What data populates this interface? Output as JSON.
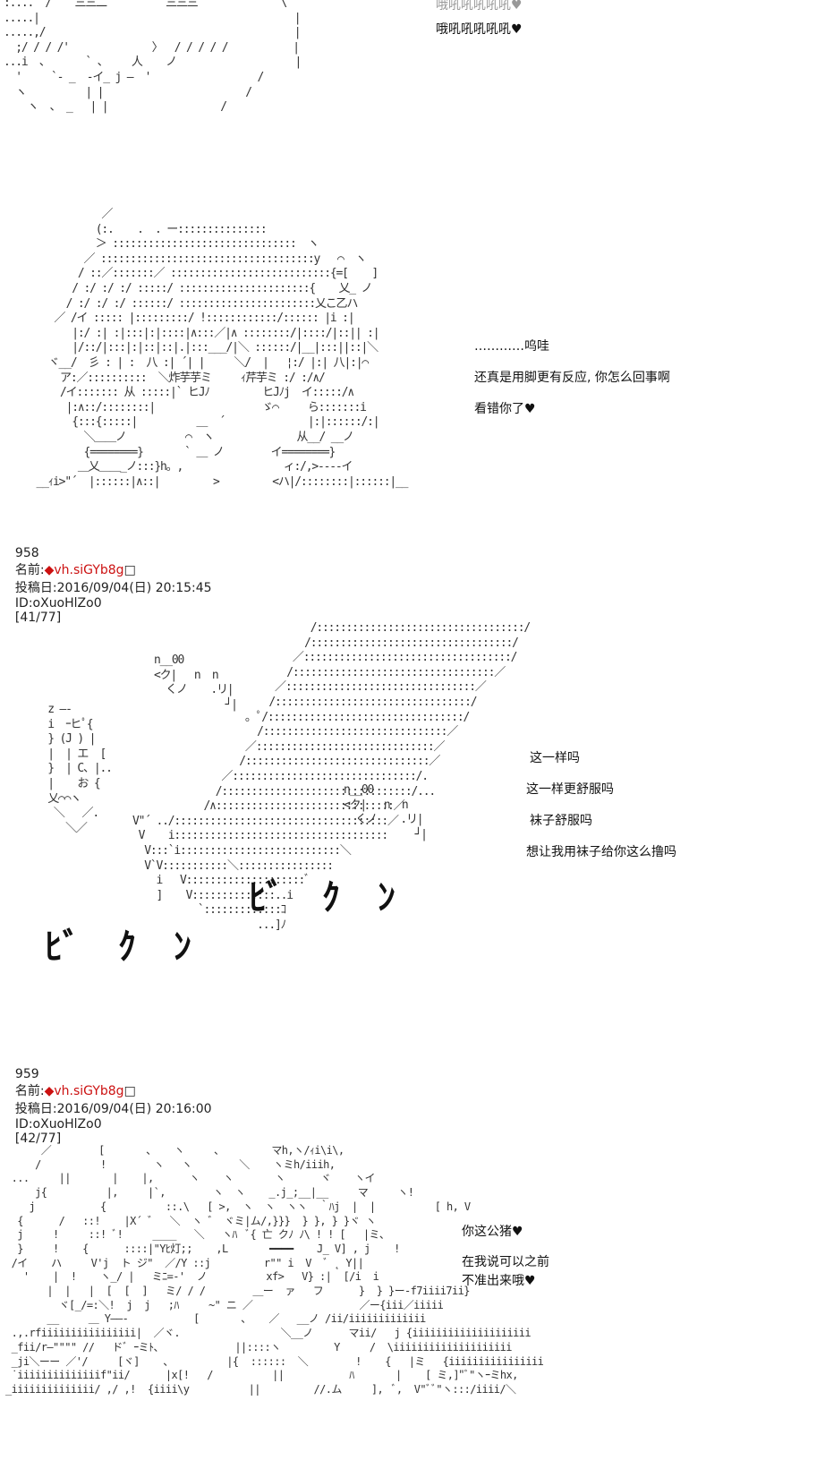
{
  "art": {
    "fragment_top": ":....  /    三三二          三三三              \\\n.....|                                           |\n.....,/                                          |\n  ;/ / / /'              〉  / / / / /           |\n...i  、      ` 、    人    ノ                    |\n  '     `- _  -イ_ j ―  '                  /\n  ヽ          | |                        /\n    ヽ  、 _   | |                   /",
    "scene1": "               ／\n              (:.    .  . ー:::::::::::::::\n              ＞ :::::::::::::::::::::::::::::::  ヽ\n            ／ ::::::::::::::::::::::::::::::::::::y   ⌒  ヽ\n           / ::／:::::::／ :::::::::::::::::::::::::::{=[    ]\n          / :/ :/ :/ :::::/ ::::::::::::::::::::::{    乂_ ノ\n         / :/ :/ :/ ::::::/ :::::::::::::::::::::::乂こ乙ハ\n       ／ /イ ::::: |:::::::::/ !::::::::::::/:::::: |i :|\n          |:/ :| :|:::|:|::::|∧:::／|∧ ::::::::/|::::/|::|| :|\n          |/::/|:::|:|::|::|.|:::___/|＼ ::::::/|__|:::||::|＼\n      ヾ__/  彡 : | :  八 :| ´| |     ＼/  |   ¦:/ |:| 八|:|⌒\n        ア:／::::::::::  ＼炸芋芋ミ     ｨ芹芋ミ :/ :/∧/\n        /イ::::::: 从 :::::|` ヒJﾉ         ヒJﾉj  イ:::::/∧\n         |:∧::/::::::::|                  ゞ⌒     ら:::::::i\n          {:::{:::::|          ＿  ´              |:|::::::/:|\n            ＼＿＿ノ          ⌒  ヽ              从__/ __ノ\n            {========}       ` ＿ ノ        イ========}\n           ＿乂＿＿_ノ:::}h。,                 ィ:/,>---‐イ\n    __ｨi>\"´  |::::::|∧::|         >         <ハ|/::::::::|::::::|__",
    "scene2_left": "  z ―‐\n  i  ｰヒﾟ{\n  } (J ) |\n  |  | エ  [\n  }  | C、|..\n  |    お {\n  乂⌒⌒ヽ\n   ＼   ／.\n     ＼／",
    "scene2_main": "                              /:::::::::::::::::::::::::::::::::::/\n                             /::::::::::::::::::::::::::::::::::/\n                           ／:::::::::::::::::::::::::::::::::::/\n                          /::::::::::::::::::::::::::::::::::／\n                        ／::::::::::::::::::::::::::::::::／\n                       /:::::::::::::::::::::::::::::::::/\n                   。ﾟ/:::::::::::::::::::::::::::::::::/\n                     /:::::::::::::::::::::::::::::::／\n                   ／::::::::::::::::::::::::::::::／\n                  /:::::::::::::::::::::::::::::::／\n               ／:::::::::::::::::::::::::::::::/.\n              /::::::::::::::::::::::::::::::::/...\n            /∧::::::::::::::::::::::::::::::／\nV\"´ ../::::::::::::::::::::::::::::::::::::／\n V    i::::::::::::::::::::::::::::::::::::\n  V:::`i:::::::::::::::::::::::::::＼\n  V`V:::::::::::＼::::::::::::::::\n    i   V::::::::::::::::::::ﾞ \n    ]    V::::::::::::::..i\n           `:::::::::::::ｺ\n                     ...]ﾉ",
    "face_a": "n__00\n<ク|   n  n\n  くノ    .リ|\n            ┘|",
    "face_b": "n__00\n<ク|   n  n\n  くノ    .リ|\n            ┘|",
    "scene3": "      ／        [       、   ヽ     、        マh,ヽ/ｨi\\i\\,\n     /          !        ヽ   ヽ        ＼    ヽミh/iiih,\n ...     ||       |    |,      ヽ    ヽ       ヽ      ヾ    ヽイ\n     j{          |,     |`,        ヽ  ヽ    _.j_;__|__     マ     ヽ!\n    j           {          ::.\\   [ >,  ヽ  ヽ  ヽヽ  ｀ﾊj  |  |          [ h, V\n  {      /   ::!    |X´ ゛  ＼  ヽ ゛ ヾミ|ム/,}}}  } }, } }ヾ ヽ\n  j     !     ::! ﾞ!     ____   ＼   ヽﾊ  ﾞ{ 亡 クﾉ ﾉ\\ ! ! [   |ミ、\n  }     !    {      ::::|\"Yﾋ灯;;    ,L       ━━━━    J_ V] , j    !\n /イ    ハ     V'j  ト ジ\"  ／/Y ::j         r\"\" i  V  ﾞ ˛ Y||\n   '    |  !    ヽ_/ |   ミﾆ=-'  ノ          xf>   V} :|  [/i  i\n       |  |   |  [  [  ]   ミ/ / /        ＿ー  ァ   フ      }  } }ー-f7iiii7ii}\n         ヾ[_/=:＼!  j  j   ;ﾊ     ~\" ニ ／                  ／ー{iii／iiiii\n       __     ＿ Y――‐           [       、   ／   __ノ /ii/iiiiiiiiiiiii\n .,.rfiiiiiiiiiiiiiiii|  ／ヾ.                 ＼__ノ      マii/   j {iiiiiiiiiiiiiiiiiiii\n _fii/r―\"\"\"\" //   ドﾞ ｰミﾄ、            ||::::ヽ         Y     /  \\iiiiiiiiiiiiiiiiiiii\n _ji＼ーー ／'/     [ヾ]    、         |{  ::::::  ＼        !    {   |ミ   {iiiiiiiiiiiiiiii\n ˙iiiiiiiiiiiiiif\"ii/      |x[!   /          ||           ﾊ       |    [ ミ,]\"ﾞ\"ヽｰミhx,\n_iiiiiiiiiiiiii/ ,/ ,!  {iiii\\y          ||         //.ム     ],  ﾞ,  V\"ﾞﾞ\"ヽ:::/iiii/＼"
  },
  "sfx": {
    "big_right": "ﾋﾞ ｸ ﾝ",
    "big_left": "ﾋﾞ ｸ ﾝ"
  },
  "dialogs": {
    "d1": [
      "哦吼吼吼吼吼♥"
    ],
    "d2": [
      "…………呜哇",
      "还真是用脚更有反应, 你怎么回事啊",
      "看错你了♥"
    ],
    "d3": [
      "这一样吗",
      "这一样更舒服吗",
      "袜子舒服吗",
      "想让我用袜子给你这么撸吗"
    ],
    "d4a": [
      "你这公猪♥"
    ],
    "d4b": [
      "在我说可以之前",
      "不准出来哦♥"
    ]
  },
  "posts": [
    {
      "number": "958",
      "label": "名前:",
      "trip": "◆vh.siGYb8g",
      "box": "□",
      "posted_label": "投稿日:",
      "date": "2016/09/04(日) 20:15:45",
      "id": "ID:oXuoHlZo0",
      "count": "[41/77]"
    },
    {
      "number": "959",
      "label": "名前:",
      "trip": "◆vh.siGYb8g",
      "box": "□",
      "posted_label": "投稿日:",
      "date": "2016/09/04(日) 20:16:00",
      "id": "ID:oXuoHlZo0",
      "count": "[42/77]"
    }
  ],
  "colors": {
    "trip": "#cc1111",
    "text": "#222222",
    "background": "#ffffff"
  }
}
